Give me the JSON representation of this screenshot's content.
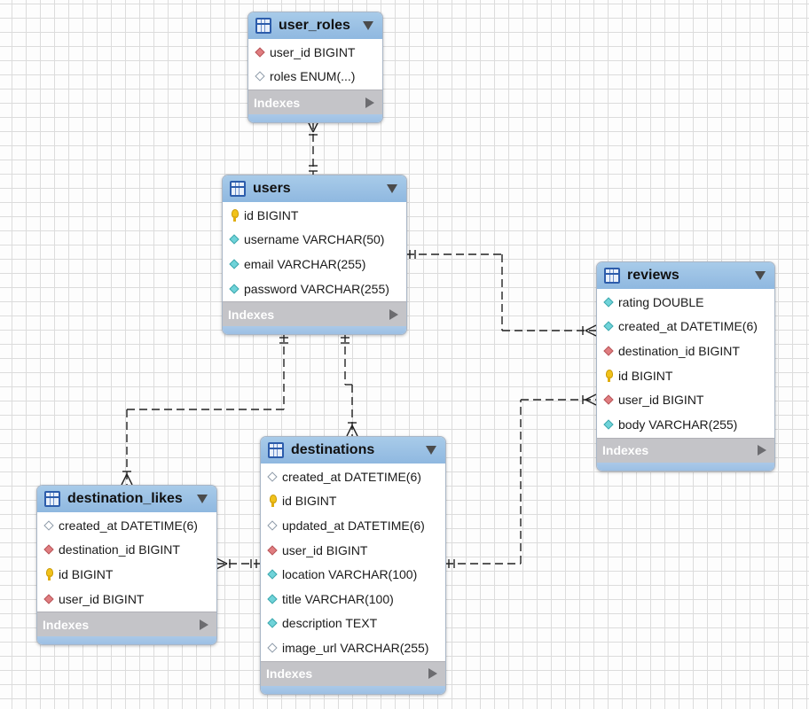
{
  "diagram": {
    "tables": [
      {
        "id": "user_roles",
        "title": "user_roles",
        "indexes_label": "Indexes",
        "columns": [
          {
            "text": "user_id BIGINT",
            "icon": "fk-diamond-red"
          },
          {
            "text": "roles ENUM(...)",
            "icon": "nullable-diamond-white"
          }
        ]
      },
      {
        "id": "users",
        "title": "users",
        "indexes_label": "Indexes",
        "columns": [
          {
            "text": "id BIGINT",
            "icon": "primary-key-yellow"
          },
          {
            "text": "username VARCHAR(50)",
            "icon": "not-null-diamond-cyan"
          },
          {
            "text": "email VARCHAR(255)",
            "icon": "not-null-diamond-cyan"
          },
          {
            "text": "password VARCHAR(255)",
            "icon": "not-null-diamond-cyan"
          }
        ]
      },
      {
        "id": "reviews",
        "title": "reviews",
        "indexes_label": "Indexes",
        "columns": [
          {
            "text": "rating DOUBLE",
            "icon": "not-null-diamond-cyan"
          },
          {
            "text": "created_at DATETIME(6)",
            "icon": "not-null-diamond-cyan"
          },
          {
            "text": "destination_id BIGINT",
            "icon": "fk-diamond-red"
          },
          {
            "text": "id BIGINT",
            "icon": "primary-key-yellow"
          },
          {
            "text": "user_id BIGINT",
            "icon": "fk-diamond-red"
          },
          {
            "text": "body VARCHAR(255)",
            "icon": "not-null-diamond-cyan"
          }
        ]
      },
      {
        "id": "destinations",
        "title": "destinations",
        "indexes_label": "Indexes",
        "columns": [
          {
            "text": "created_at DATETIME(6)",
            "icon": "nullable-diamond-white"
          },
          {
            "text": "id BIGINT",
            "icon": "primary-key-yellow"
          },
          {
            "text": "updated_at DATETIME(6)",
            "icon": "nullable-diamond-white"
          },
          {
            "text": "user_id BIGINT",
            "icon": "fk-diamond-red"
          },
          {
            "text": "location VARCHAR(100)",
            "icon": "not-null-diamond-cyan"
          },
          {
            "text": "title VARCHAR(100)",
            "icon": "not-null-diamond-cyan"
          },
          {
            "text": "description TEXT",
            "icon": "not-null-diamond-cyan"
          },
          {
            "text": "image_url VARCHAR(255)",
            "icon": "nullable-diamond-white"
          }
        ]
      },
      {
        "id": "destination_likes",
        "title": "destination_likes",
        "indexes_label": "Indexes",
        "columns": [
          {
            "text": "created_at DATETIME(6)",
            "icon": "nullable-diamond-white"
          },
          {
            "text": "destination_id BIGINT",
            "icon": "fk-diamond-red"
          },
          {
            "text": "id BIGINT",
            "icon": "primary-key-yellow"
          },
          {
            "text": "user_id BIGINT",
            "icon": "fk-diamond-red"
          }
        ]
      }
    ],
    "relationships": [
      {
        "from": "users",
        "to": "user_roles",
        "type": "one-to-many"
      },
      {
        "from": "users",
        "to": "reviews",
        "type": "one-to-many"
      },
      {
        "from": "users",
        "to": "destination_likes",
        "type": "one-to-many"
      },
      {
        "from": "users",
        "to": "destinations",
        "type": "one-to-many"
      },
      {
        "from": "destinations",
        "to": "destination_likes",
        "type": "one-to-many"
      },
      {
        "from": "destinations",
        "to": "reviews",
        "type": "one-to-many"
      }
    ]
  }
}
